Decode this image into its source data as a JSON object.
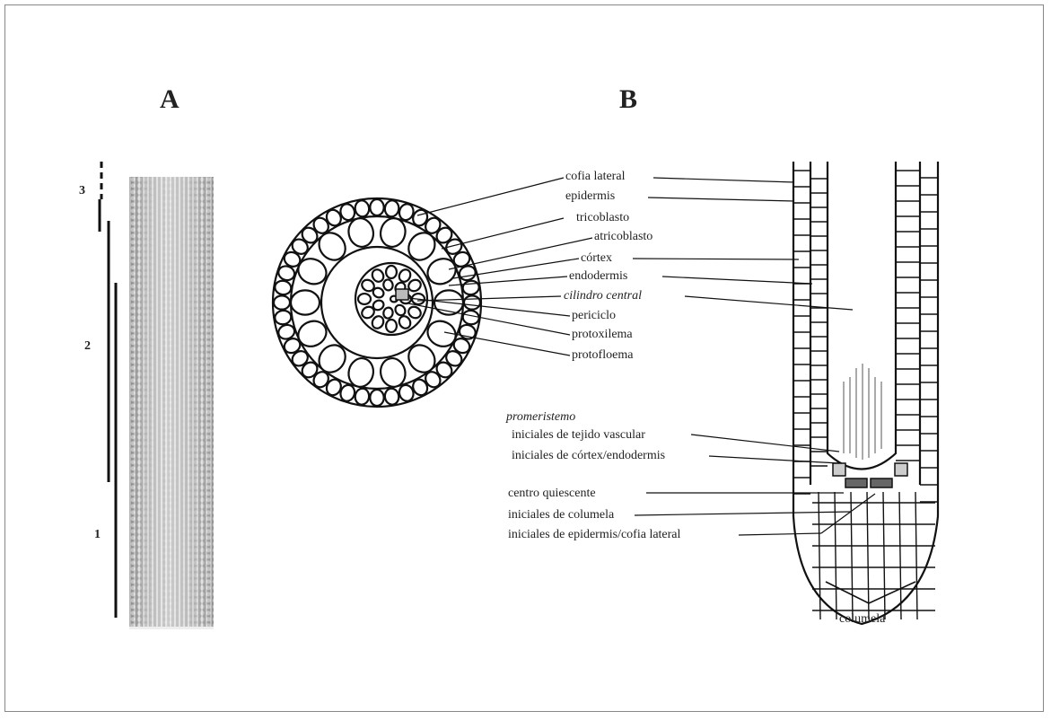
{
  "panels": {
    "a": "A",
    "b": "B"
  },
  "scale_labels": [
    "3",
    "2",
    "1"
  ],
  "cross_section_labels": [
    "cofia lateral",
    "epidermis",
    "tricoblasto",
    "atricoblasto",
    "córtex",
    "endodermis",
    "cilindro central",
    "periciclo",
    "protoxilema",
    "protofloema"
  ],
  "promeristem": {
    "title": "promeristemo",
    "items": [
      "iniciales de tejido vascular",
      "iniciales de córtex/endodermis",
      "centro quiescente",
      "iniciales de columela",
      "iniciales de epidermis/cofia lateral"
    ]
  },
  "columela_label": "columela"
}
